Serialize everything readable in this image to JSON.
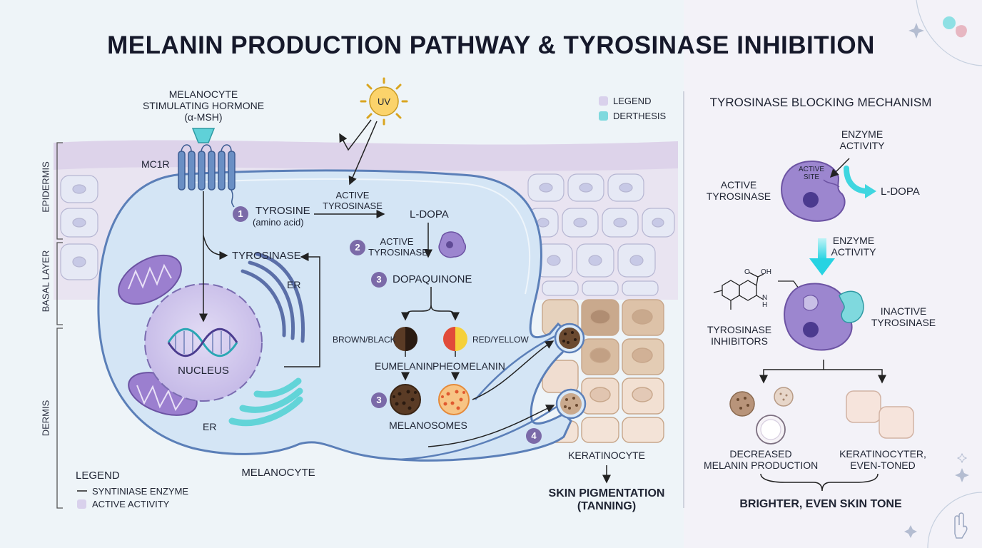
{
  "title": "MELANIN PRODUCTION PATHWAY & TYROSINASE INHIBITION",
  "hormone": {
    "line1": "MELANOCYTE",
    "line2": "STIMULATING HORMONE",
    "line3": "(α-MSH)"
  },
  "uv_label": "UV",
  "receptor_label": "MC1R",
  "layers": {
    "epidermis": "EPIDERMIS",
    "basal": "BASAL LAYER",
    "dermis": "DERMIS"
  },
  "top_legend": [
    {
      "label": "LEGEND",
      "color": "#d9d1ec"
    },
    {
      "label": "DERTHESIS",
      "color": "#7fd9de"
    }
  ],
  "pathway": {
    "step1_badge": "1",
    "tyrosine": "TYROSINE",
    "amino_acid": "(amino acid)",
    "active_tyrosinase_top_1": "ACTIVE",
    "active_tyrosinase_top_2": "TYROSINASE",
    "ldopa": "L-DOPA",
    "step2_badge": "2",
    "active_tyrosinase_mid_1": "ACTIVE",
    "active_tyrosinase_mid_2": "TYROSINASE",
    "step3_badge": "3",
    "dopaquinone": "DOPAQUINONE",
    "brown_black": "BROWN/BLACK",
    "red_yellow": "RED/YELLOW",
    "eumelanin": "EUMELANIN",
    "pheomelanin": "PHEOMELANIN",
    "step3b_badge": "3",
    "melanosomes": "MELANOSOMES",
    "step4_badge": "4"
  },
  "cell": {
    "tyrosinase": "TYROSINASE",
    "er_top": "ER",
    "er_bottom": "ER",
    "nucleus": "NUCLEUS",
    "melanocyte": "MELANOCYTE"
  },
  "keratinocyte": "KERATINOCYTE",
  "skin_pigmentation": {
    "line1": "SKIN PIGMENTATION",
    "line2": "(TANNING)"
  },
  "bottom_legend": {
    "title": "LEGEND",
    "items": [
      {
        "label": "SYNTINIASE ENZYME",
        "kind": "line"
      },
      {
        "label": "ACTIVE ACTIVITY",
        "kind": "swatch",
        "color": "#d9d1ec"
      }
    ]
  },
  "right_panel": {
    "title": "TYROSINASE BLOCKING MECHANISM",
    "enzyme_activity_1": {
      "line1": "ENZYME",
      "line2": "ACTIVITY"
    },
    "active_site": {
      "line1": "ACTIVE",
      "line2": "SITE"
    },
    "active_tyrosinase": {
      "line1": "ACTIVE",
      "line2": "TYROSINASE"
    },
    "ldopa": "L-DOPA",
    "enzyme_activity_2": {
      "line1": "ENZYME",
      "line2": "ACTIVITY"
    },
    "inhibitors": {
      "line1": "TYROSINASE",
      "line2": "INHIBITORS"
    },
    "inactive_tyrosinase": {
      "line1": "INACTIVE",
      "line2": "TYROSINASE"
    },
    "molecule_labels": {
      "o": "O",
      "oh": "OH",
      "nh": "N",
      "h": "H"
    },
    "decreased": {
      "line1": "DECREASED",
      "line2": "MELANIN PRODUCTION"
    },
    "keratinocyter": {
      "line1": "KERATINOCYTER,",
      "line2": "EVEN-TONED"
    },
    "result": "BRIGHTER, EVEN SKIN TONE"
  },
  "colors": {
    "membrane": "#5b7fb8",
    "cell_fill": "#d9e8f6",
    "enzyme": "#9c86cf",
    "accent_cyan": "#3fd6e0",
    "eumelanin": "#5a3b25",
    "pheomelanin": "#f0a14a"
  }
}
